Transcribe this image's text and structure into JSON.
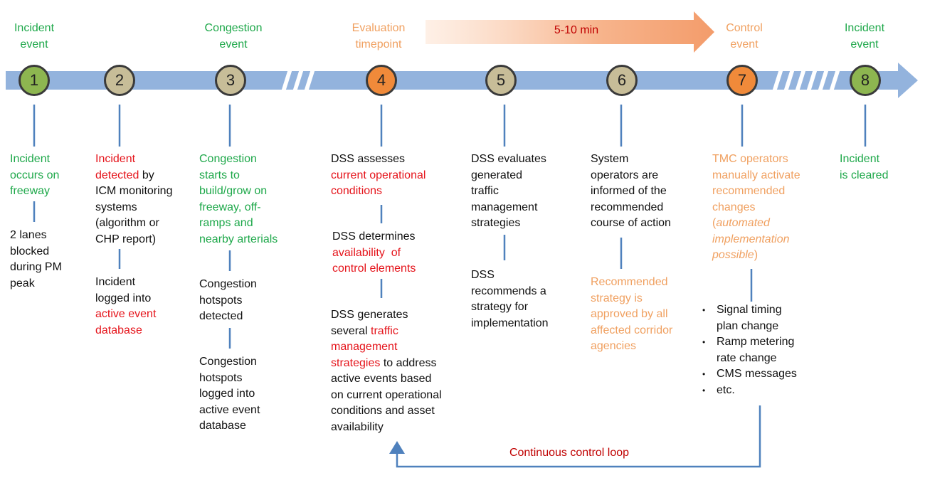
{
  "duration_label": "5-10 min",
  "loop_label": "Continuous control loop",
  "colors": {
    "timeline": "#93b3dd",
    "green": "#1ea84a",
    "red": "#e5141b",
    "orange": "#f0a060",
    "darkred": "#c00000",
    "node_green": "#8db650",
    "node_tan": "#c7bd98",
    "node_orange": "#f08a3a",
    "connector": "#4f81bd"
  },
  "headers": [
    {
      "text": "Incident event",
      "color": "green"
    },
    {
      "text": "Congestion event",
      "color": "green"
    },
    {
      "text": "Evaluation timepoint",
      "color": "orange"
    },
    {
      "text": "Control event",
      "color": "orange"
    },
    {
      "text": "Incident event",
      "color": "green"
    }
  ],
  "nodes": [
    {
      "label": "1",
      "kind": "green"
    },
    {
      "label": "2",
      "kind": "tan"
    },
    {
      "label": "3",
      "kind": "tan"
    },
    {
      "label": "4",
      "kind": "orange"
    },
    {
      "label": "5",
      "kind": "tan"
    },
    {
      "label": "6",
      "kind": "tan"
    },
    {
      "label": "7",
      "kind": "orange"
    },
    {
      "label": "8",
      "kind": "green"
    }
  ],
  "texts": [
    {
      "segments": [
        {
          "t": "Incident\noccurs on\nfreeway",
          "c": "green"
        }
      ]
    },
    {
      "segments": [
        {
          "t": "2 lanes\nblocked\nduring PM\npeak",
          "c": "black"
        }
      ]
    },
    {
      "segments": [
        {
          "t": "Incident\ndetected",
          "c": "red"
        },
        {
          "t": " by\nICM monitoring\nsystems\n(algorithm or\nCHP report)",
          "c": "black"
        }
      ]
    },
    {
      "segments": [
        {
          "t": "Incident\nlogged into\n",
          "c": "black"
        },
        {
          "t": "active event\ndatabase",
          "c": "red"
        }
      ]
    },
    {
      "segments": [
        {
          "t": "Congestion\nstarts to\nbuild/grow on\nfreeway, off-\nramps and\nnearby arterials",
          "c": "green"
        }
      ]
    },
    {
      "segments": [
        {
          "t": "Congestion\nhotspots\ndetected",
          "c": "black"
        }
      ]
    },
    {
      "segments": [
        {
          "t": "Congestion\nhotspots\nlogged into\nactive event\ndatabase",
          "c": "black"
        }
      ]
    },
    {
      "segments": [
        {
          "t": "DSS assesses\n",
          "c": "black"
        },
        {
          "t": "current operational\nconditions",
          "c": "red"
        }
      ]
    },
    {
      "segments": [
        {
          "t": "DSS determines\n",
          "c": "black"
        },
        {
          "t": "availability  of\ncontrol elements",
          "c": "red"
        }
      ]
    },
    {
      "segments": [
        {
          "t": "DSS generates\nseveral ",
          "c": "black"
        },
        {
          "t": "traffic\nmanagement\nstrategies",
          "c": "red"
        },
        {
          "t": " to address\nactive events based\non current operational\nconditions and asset\navailability",
          "c": "black"
        }
      ]
    },
    {
      "segments": [
        {
          "t": "DSS evaluates\ngenerated\ntraffic\nmanagement\nstrategies",
          "c": "black"
        }
      ]
    },
    {
      "segments": [
        {
          "t": "DSS\nrecommends a\nstrategy for\nimplementation",
          "c": "black"
        }
      ]
    },
    {
      "segments": [
        {
          "t": "System\noperators are\ninformed of the\nrecommended\ncourse of action",
          "c": "black"
        }
      ]
    },
    {
      "segments": [
        {
          "t": "Recommended\nstrategy is\napproved by all\naffected corridor\nagencies",
          "c": "orange"
        }
      ]
    },
    {
      "segments": [
        {
          "t": "TMC operators\nmanually activate\nrecommended\nchanges\n(",
          "c": "orange"
        },
        {
          "t": "automated\nimplementation\npossible",
          "c": "orange",
          "italic": true
        },
        {
          "t": ")",
          "c": "orange"
        }
      ]
    },
    {
      "segments": [
        {
          "t": "Incident\nis cleared",
          "c": "green"
        }
      ]
    }
  ],
  "bullets": [
    "Signal timing\nplan change",
    "Ramp metering\nrate change",
    "CMS messages",
    "etc."
  ]
}
